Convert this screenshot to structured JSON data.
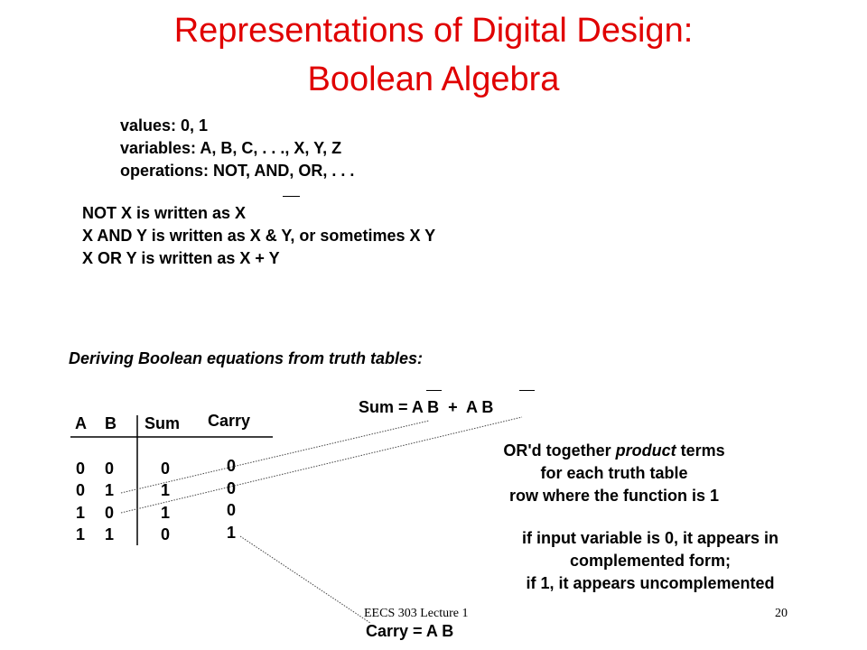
{
  "title": {
    "line1": "Representations of Digital Design:",
    "line2": "Boolean Algebra",
    "color": "#e00000"
  },
  "definitions": {
    "values": "values: 0, 1",
    "variables": "variables: A, B, C, . . ., X, Y, Z",
    "operations": "operations: NOT, AND, OR, . . ."
  },
  "notation": {
    "not_line": "NOT X is written as X",
    "and_line": "X AND Y is written as X & Y, or sometimes X Y",
    "or_line": "X OR Y is written as X + Y"
  },
  "section_heading": "Deriving Boolean equations from truth tables:",
  "truth_table": {
    "headers": {
      "a": "A",
      "b": "B",
      "sum": "Sum",
      "carry": "Carry"
    },
    "rows": [
      {
        "a": "0",
        "b": "0",
        "sum": "0",
        "carry": "0"
      },
      {
        "a": "0",
        "b": "1",
        "sum": "1",
        "carry": "0"
      },
      {
        "a": "1",
        "b": "0",
        "sum": "1",
        "carry": "0"
      },
      {
        "a": "1",
        "b": "1",
        "sum": "0",
        "carry": "1"
      }
    ]
  },
  "equations": {
    "sum": "Sum = A B  +  A B",
    "carry": "Carry = A B"
  },
  "explanation": {
    "line1_pre": "OR'd together ",
    "line1_em": "product",
    "line1_post": " terms",
    "line2": "for each truth table",
    "line3": "row where the function is 1",
    "line4": "if input variable is 0, it appears in",
    "line5": "complemented form;",
    "line6": "if 1, it appears uncomplemented"
  },
  "footer": {
    "lecture": "EECS 303 Lecture 1",
    "page": "20"
  }
}
